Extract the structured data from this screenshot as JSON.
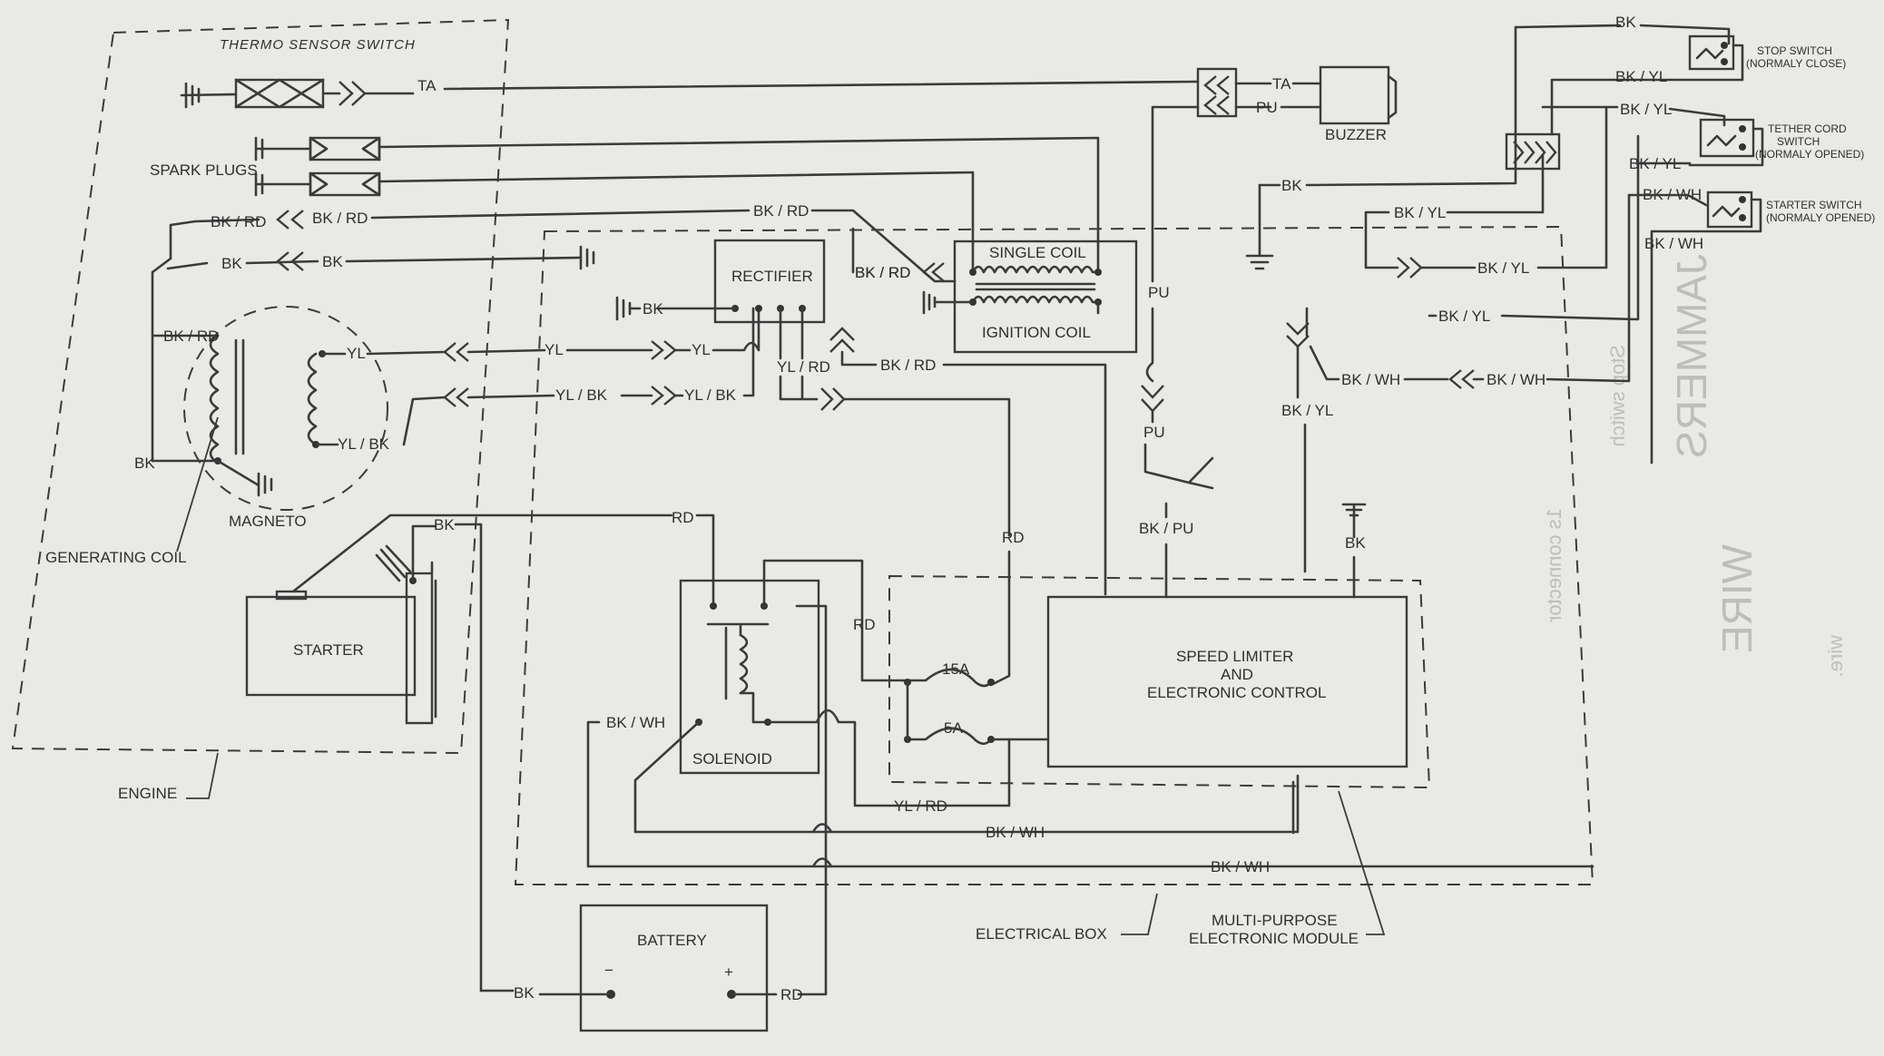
{
  "diagram": {
    "title": "",
    "components": {
      "thermo_sensor_switch": "THERMO SENSOR SWITCH",
      "spark_plugs": "SPARK PLUGS",
      "magneto": "MAGNETO",
      "generating_coil": "GENERATING COIL",
      "starter": "STARTER",
      "engine": "ENGINE",
      "rectifier": "RECTIFIER",
      "single_coil": "SINGLE COIL",
      "ignition_coil": "IGNITION COIL",
      "solenoid": "SOLENOID",
      "battery": "BATTERY",
      "battery_neg": "−",
      "battery_pos": "+",
      "speed_limiter_line1": "SPEED LIMITER",
      "speed_limiter_line2": "AND",
      "speed_limiter_line3": "ELECTRONIC CONTROL",
      "buzzer": "BUZZER",
      "electrical_box": "ELECTRICAL BOX",
      "multi_purpose_line1": "MULTI-PURPOSE",
      "multi_purpose_line2": "ELECTRONIC MODULE",
      "stop_switch_line1": "STOP SWITCH",
      "stop_switch_line2": "(NORMALY CLOSE)",
      "tether_line1": "TETHER CORD",
      "tether_line2": "SWITCH",
      "tether_line3": "(NORMALY OPENED)",
      "starter_switch_line1": "STARTER SWITCH",
      "starter_switch_line2": "(NORMALY OPENED)",
      "fuse_15a": "15A",
      "fuse_5a": "5A"
    },
    "wires": {
      "TA": "TA",
      "PU": "PU",
      "BK": "BK",
      "RD": "RD",
      "YL": "YL",
      "BK_RD": "BK / RD",
      "BK_YL": "BK / YL",
      "BK_WH": "BK / WH",
      "BK_PU": "BK / PU",
      "YL_BK": "YL / BK",
      "YL_RD": "YL / RD"
    },
    "show_through_text": [
      "WIRE",
      "JAMMERS",
      "Stop switch",
      "wire.",
      "1s connector"
    ]
  }
}
